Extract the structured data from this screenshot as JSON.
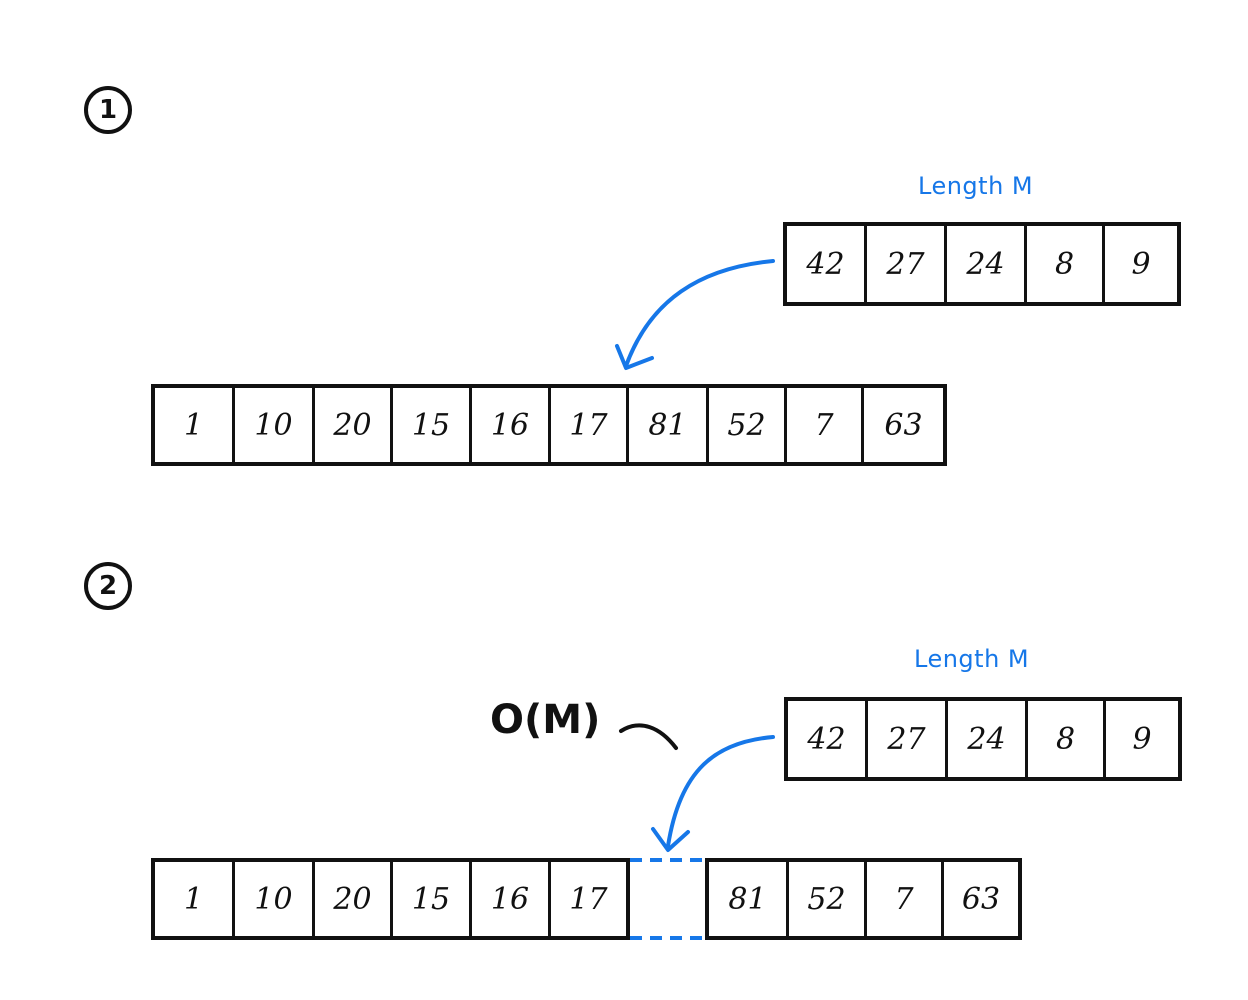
{
  "steps": [
    {
      "number": "1",
      "length_label": "Length M",
      "main_array": [
        {
          "values": [
            "1",
            "10",
            "20",
            "15",
            "16",
            "17",
            "81",
            "52",
            "7",
            "63"
          ]
        }
      ],
      "insert_array": [
        "42",
        "27",
        "24",
        "8",
        "9"
      ]
    },
    {
      "number": "2",
      "length_label": "Length M",
      "main_array": [
        {
          "values": [
            "1",
            "10",
            "20",
            "15",
            "16",
            "17"
          ]
        },
        {
          "values": [
            "81",
            "52",
            "7",
            "63"
          ]
        }
      ],
      "insert_array": [
        "42",
        "27",
        "24",
        "8",
        "9"
      ],
      "complexity_label": "O(M)"
    }
  ],
  "colors": {
    "ink": "#111111",
    "accent_blue": "#1677e8"
  }
}
